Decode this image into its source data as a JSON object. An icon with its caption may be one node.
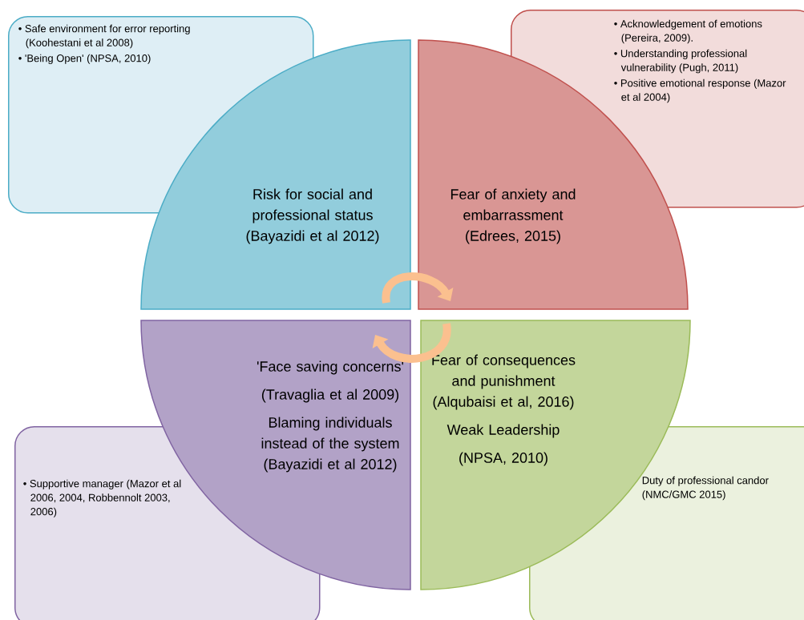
{
  "diagram": {
    "nodes": [
      {
        "text": [
          "• Safe environment for error reporting (Koohestani et al 2008)",
          "• 'Being Open' (NPSA, 2010)"
        ]
      },
      {
        "text": [
          "• Acknowledgement of emotions (Pereira, 2009).",
          "• Understanding professional vulnerability (Pugh, 2011)",
          "• Positive emotional response (Mazor et al 2004)"
        ]
      },
      {
        "text": [
          "Risk for social and professional status (Bayazidi et al 2012)"
        ]
      },
      {
        "text": [
          "Fear of anxiety and embarrassment (Edrees, 2015)"
        ]
      },
      {
        "text": [
          "'Face saving concerns'",
          "(Travaglia et al 2009)",
          "Blaming individuals instead of the system (Bayazidi et al 2012)"
        ]
      },
      {
        "text": [
          "Fear of consequences  and punishment (Alqubaisi et al, 2016)",
          "Weak Leadership",
          "(NPSA, 2010)"
        ]
      },
      {
        "text": [
          "• Supportive manager (Mazor et al 2006, 2004, Robbennolt 2003, 2006)"
        ]
      },
      {
        "text": [
          "Duty of professional candor (NMC/GMC 2015)"
        ]
      }
    ],
    "edges": [
      {
        "from": 2,
        "to": 3,
        "arrow": "to"
      },
      {
        "from": 5,
        "to": 4,
        "arrow": "to"
      }
    ]
  }
}
